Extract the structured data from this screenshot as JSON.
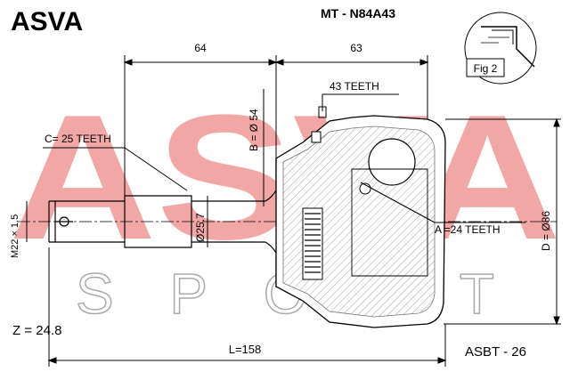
{
  "header": {
    "brand": "ASVA",
    "part_number": "MT - N84A43"
  },
  "watermark": {
    "top_text": "ASVA",
    "bottom_text": "SPORT",
    "color": "#f2a7a7"
  },
  "inset": {
    "label": "Fig 2"
  },
  "dimensions": {
    "length_left": "64",
    "length_right": "63",
    "teeth_outer": "43 TEETH",
    "diameter_b": "B = Ø 54",
    "teeth_c": "C= 25 TEETH",
    "diameter_shaft": "Ø25.7",
    "thread": "M22 × 1.5",
    "teeth_a": "A =24 TEETH",
    "diameter_d": "D = Ø86",
    "z_value": "Z = 24.8",
    "total_length": "L=158"
  },
  "footer": {
    "code": "ASBT - 26"
  }
}
